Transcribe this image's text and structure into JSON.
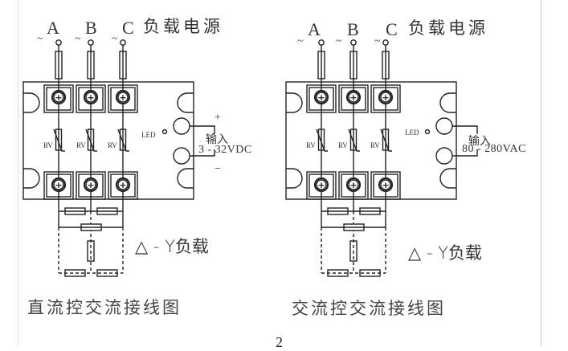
{
  "page": {
    "page_number": "2"
  },
  "colors": {
    "line": "#222222",
    "margin_left": "#f0d6e4",
    "margin_right": "#e5b8d6",
    "text": "#333333"
  },
  "diagrams": [
    {
      "id": "dc-control",
      "phases": [
        "A",
        "B",
        "C"
      ],
      "ac_symbol": "~",
      "source_label": "负载电源",
      "varistor_label": "RV",
      "led_label": "LED",
      "input_label": "输入",
      "input_range": "3 - 32VDC",
      "plus_label": "+",
      "minus_label": "−",
      "load_label": "△ - Y负载",
      "caption": "直流控交流接线图"
    },
    {
      "id": "ac-control",
      "phases": [
        "A",
        "B",
        "C"
      ],
      "ac_symbol": "~",
      "source_label": "负载电源",
      "varistor_label": "RV",
      "led_label": "LED",
      "input_label": "输入",
      "input_range": "80 - 280VAC",
      "load_label": "△ - Y负载",
      "caption": "交流控交流接线图"
    }
  ]
}
